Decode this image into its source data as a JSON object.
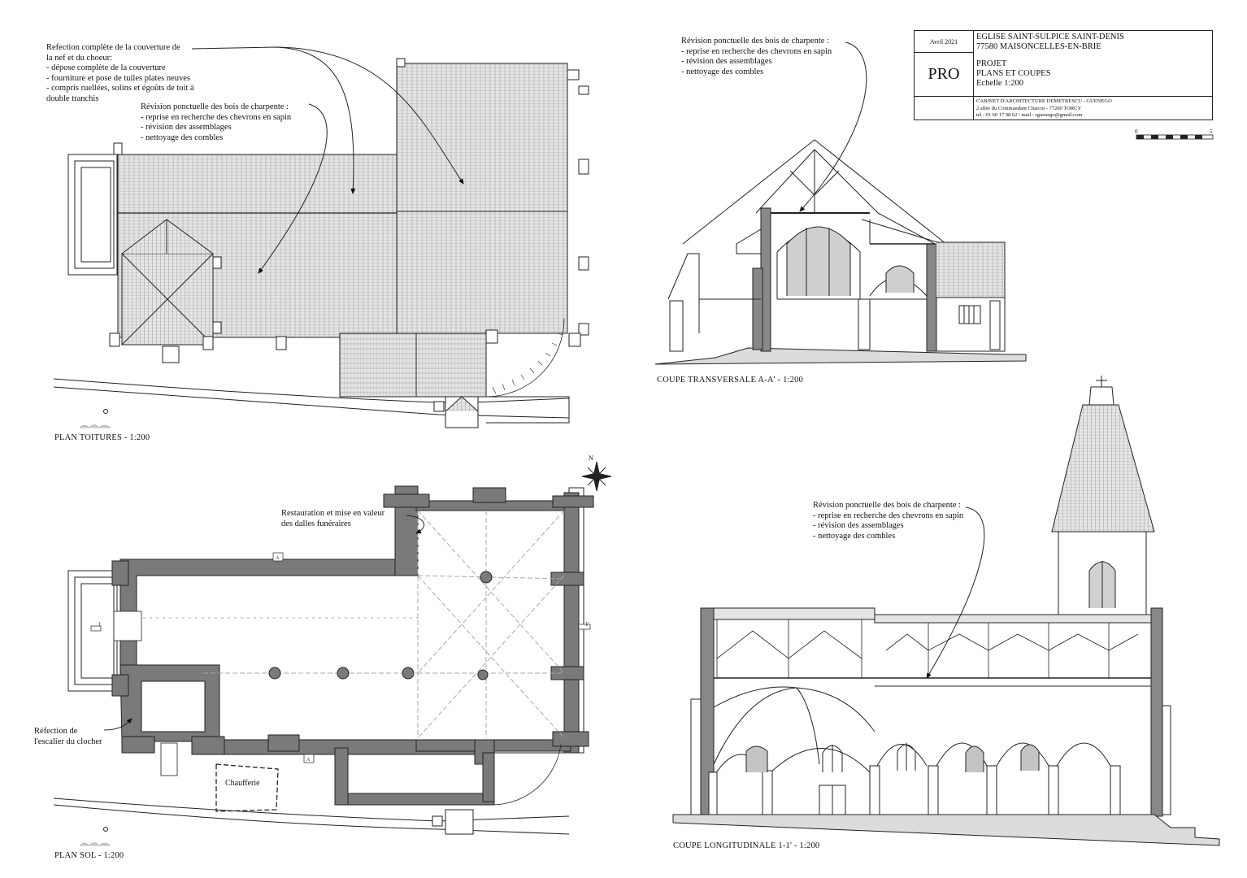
{
  "title_block": {
    "date": "Avril 2021",
    "church": "EGLISE SAINT-SULPICE SAINT-DENIS\n77580 MAISONCELLES-EN-BRIE",
    "phase": "PRO",
    "project": "PROJET\nPLANS ET COUPES\nEchelle 1:200",
    "cabinet": "CABINET D'ARCHITECTURE DEMETRESCU - GUENEGO\n2 allée du Commandant Charcot - 77200 TORCY\ntel : 01 60 17 98 62 / mail : sguenego@gmail.com"
  },
  "scale_bar": {
    "start": "0",
    "end": "5"
  },
  "notes": {
    "roof_cover": "Refection complète de la couverture de\nla nef et du choeur:\n-  dépose complète de la couverture\n-  fourniture et pose de tuiles plates neuves\n-  compris ruellées, solins et égoûts de toit à\ndouble tranchis",
    "roof_timber": "Révision ponctuelle des bois de charpente :\n-  reprise en recherche des chevrons en sapin\n-  révision des assemblages\n-  nettoyage des combles",
    "section_timber": "Révision ponctuelle des bois de charpente :\n-  reprise en recherche des chevrons en sapin\n-  révision des assemblages\n-  nettoyage des combles",
    "long_timber": "Révision ponctuelle des bois de charpente :\n-  reprise en recherche des chevrons en sapin\n-  révision des assemblages\n-  nettoyage des combles",
    "slabs": "Restauration et mise en valeur\ndes dalles funéraires",
    "stair": "Réfection de\nl'escalier du clocher"
  },
  "labels": {
    "boiler": "Chaufferie",
    "north": "N",
    "sec_a": "A",
    "sec_a2": "A'",
    "sec_1": "1",
    "sec_1b": "1'"
  },
  "captions": {
    "roof_plan": "PLAN TOITURES   -   1:200",
    "transverse": "COUPE TRANSVERSALE A-A'   -   1:200",
    "ground_plan": "PLAN SOL   -   1:200",
    "longitudinal": "COUPE LONGITUDINALE 1-1'   -   1:200"
  },
  "colors": {
    "line": "#222222",
    "wall_fill": "#7a7a7a",
    "tile": "#d9d9d9",
    "ghost": "#b3b3b3",
    "glass": "#c4c4c4"
  }
}
